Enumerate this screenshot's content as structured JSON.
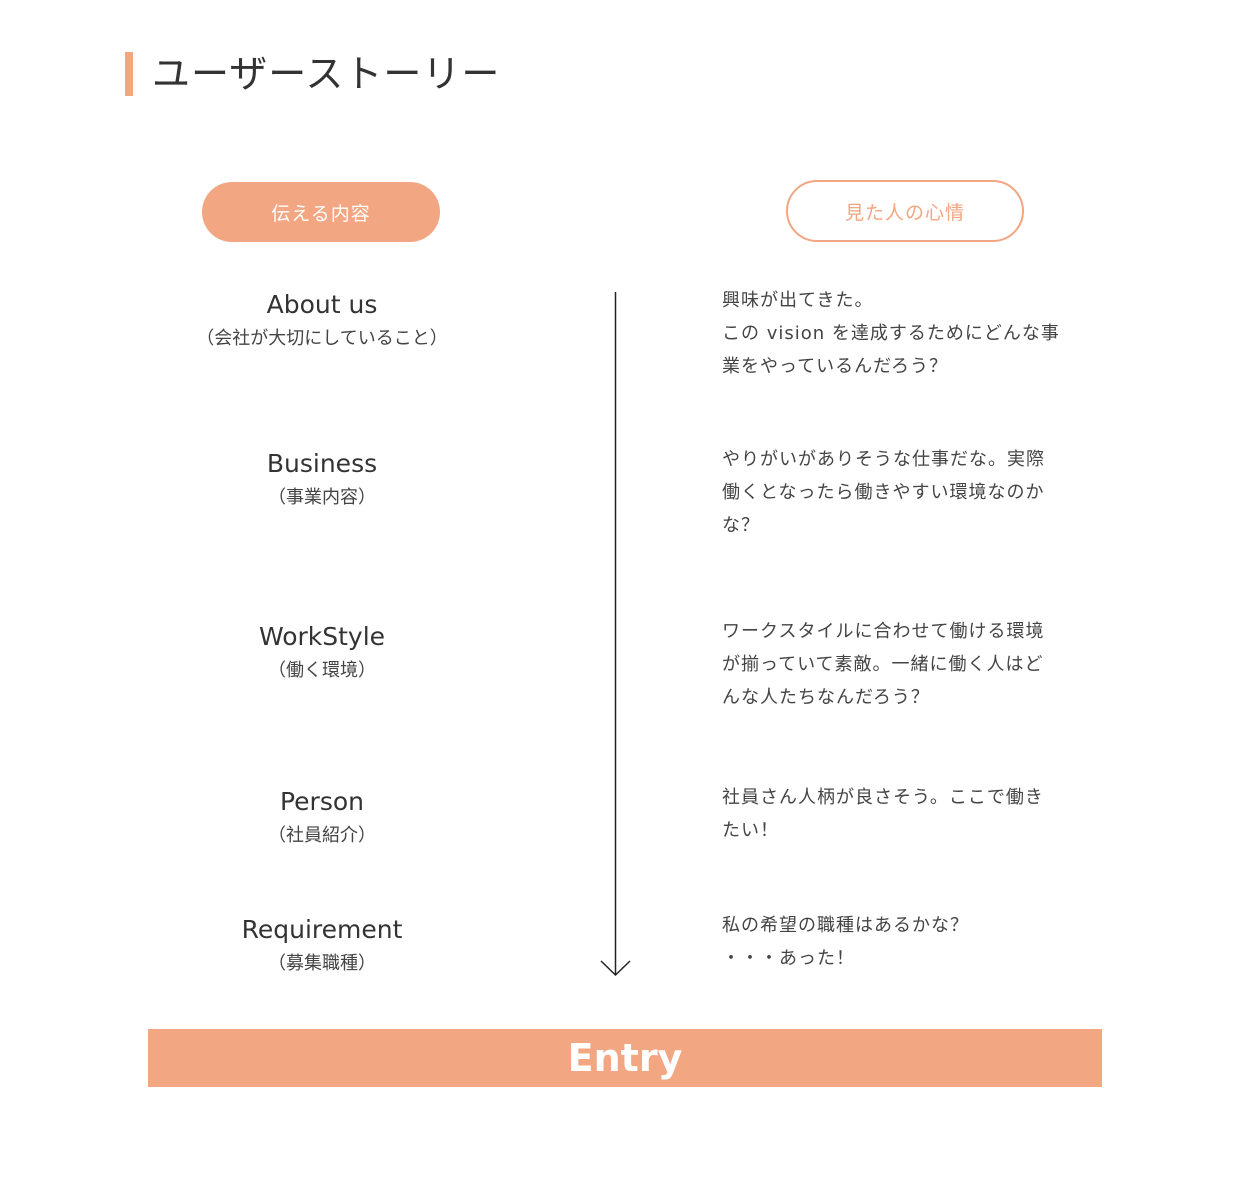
{
  "header": {
    "title": "ユーザーストーリー"
  },
  "columns": {
    "left_label": "伝える内容",
    "right_label": "見た人の心情"
  },
  "sections": [
    {
      "heading": "About us",
      "sub": "（会社が大切にしていること）",
      "feeling": [
        "興味が出てきた。",
        "この vision を達成するためにどんな事",
        "業をやっているんだろう？"
      ]
    },
    {
      "heading": "Business",
      "sub": "（事業内容）",
      "feeling": [
        "やりがいがありそうな仕事だな。実際",
        "働くとなったら働きやすい環境なのか",
        "な？"
      ]
    },
    {
      "heading": "WorkStyle",
      "sub": "（働く環境）",
      "feeling": [
        "ワークスタイルに合わせて働ける環境",
        "が揃っていて素敵。一緒に働く人はど",
        "んな人たちなんだろう？"
      ]
    },
    {
      "heading": "Person",
      "sub": "（社員紹介）",
      "feeling": [
        "社員さん人柄が良さそう。ここで働き",
        "たい！"
      ]
    },
    {
      "heading": "Requirement",
      "sub": "（募集職種）",
      "feeling": [
        "私の希望の職種はあるかな？",
        "・・・あった！"
      ]
    }
  ],
  "entry": {
    "label": "Entry"
  },
  "colors": {
    "accent": "#F3A682",
    "text": "#333333"
  }
}
